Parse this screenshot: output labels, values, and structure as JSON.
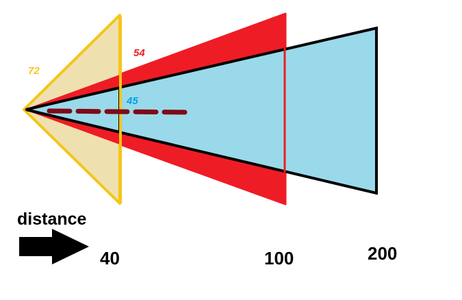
{
  "cones": [
    {
      "angle_label": "72",
      "color": "#f5c518",
      "fill": "#efe0b0"
    },
    {
      "angle_label": "54",
      "color": "#ee1c25",
      "fill": "#ee1c25"
    },
    {
      "angle_label": "45",
      "color": "#000000",
      "fill": "#99d9ea",
      "label_color": "#00a2e8"
    }
  ],
  "axis": {
    "title": "distance",
    "distances": [
      "40",
      "100",
      "200"
    ]
  },
  "colors": {
    "center_line": "#7f0a16",
    "arrow": "#000000"
  }
}
